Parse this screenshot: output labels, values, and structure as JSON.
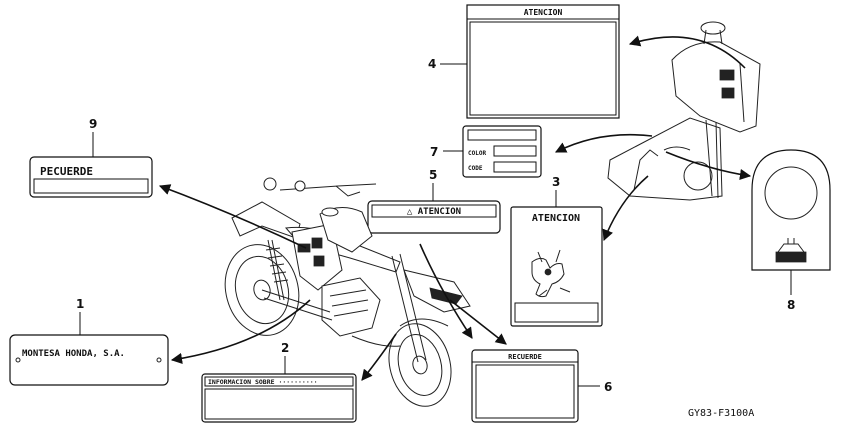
{
  "labels": {
    "atencion_top": "ATENCION",
    "pecuerde": "PECUERDE",
    "atencion_triangle": "△ ATENCION",
    "atencion_mid": "ATENCION",
    "color": "COLOR",
    "code": "CODE",
    "recuerde": "RECUERDE",
    "montesa": "MONTESA HONDA, S.A.",
    "informacion": "INFORMACION SOBRE ··········"
  },
  "callouts": {
    "n1": "1",
    "n2": "2",
    "n3": "3",
    "n4": "4",
    "n5": "5",
    "n6": "6",
    "n7": "7",
    "n8": "8",
    "n9": "9"
  },
  "diagram_code": "GY83-F3100A"
}
